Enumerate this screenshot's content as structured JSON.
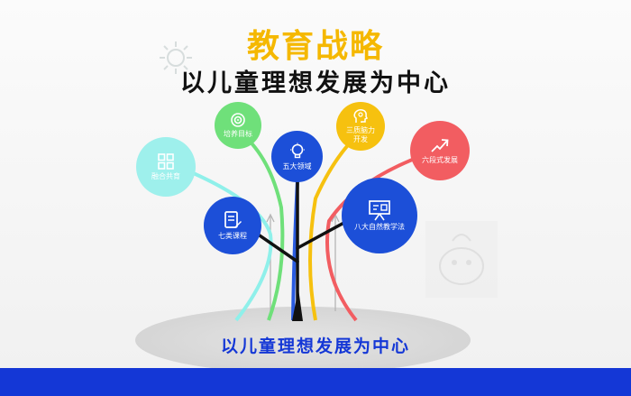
{
  "header": {
    "title": "教育战略",
    "subtitle": "以儿童理想发展为中心"
  },
  "caption": "以儿童理想发展为中心",
  "nodes": {
    "career": {
      "label": "融合共育",
      "color": "#9ef0ec",
      "icon": "grid-icon"
    },
    "goal": {
      "label": "培养目标",
      "color": "#6fe07a",
      "icon": "target-icon"
    },
    "areas": {
      "label": "五大领域",
      "color": "#1c4fd8",
      "icon": "lightbulb-icon"
    },
    "brain": {
      "label": "三质脑力\n开发",
      "color": "#f6c10f",
      "icon": "brain-icon"
    },
    "stages": {
      "label": "六段式发展",
      "color": "#f25d61",
      "icon": "trend-arrow-icon"
    },
    "courses": {
      "label": "七类课程",
      "color": "#1c4fd8",
      "icon": "document-icon"
    },
    "teaching": {
      "label": "八大自然教学法",
      "color": "#1c4fd8",
      "icon": "presentation-icon"
    }
  },
  "colors": {
    "title": "#f5b800",
    "bottom_bar": "#1437d6",
    "trunk": "#111111"
  }
}
